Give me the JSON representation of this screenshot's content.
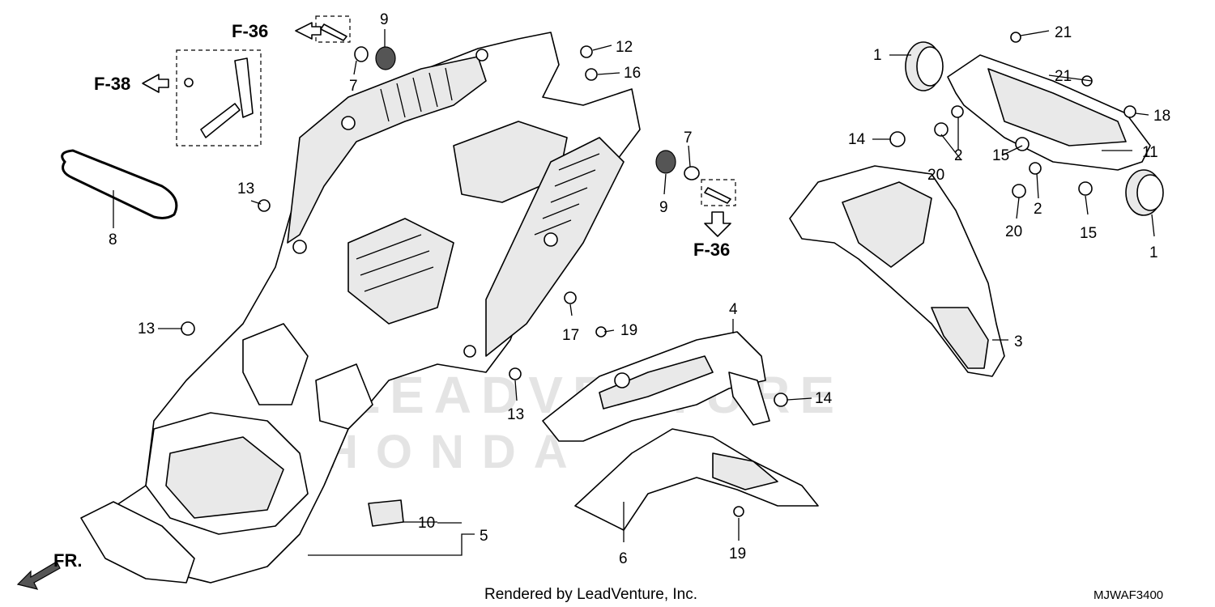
{
  "diagram_code": "MJWAF3400",
  "footer_text": "Rendered by LeadVenture, Inc.",
  "watermark": {
    "line1": "LEADVENTURE",
    "line2": "HONDA"
  },
  "direction_label": "FR.",
  "references": [
    "F-36",
    "F-38",
    "F-36"
  ],
  "callouts": [
    "1",
    "1",
    "2",
    "2",
    "3",
    "4",
    "5",
    "6",
    "7",
    "7",
    "8",
    "9",
    "9",
    "10",
    "11",
    "12",
    "13",
    "13",
    "13",
    "14",
    "14",
    "15",
    "15",
    "16",
    "17",
    "18",
    "19",
    "19",
    "20",
    "20",
    "21",
    "21"
  ]
}
